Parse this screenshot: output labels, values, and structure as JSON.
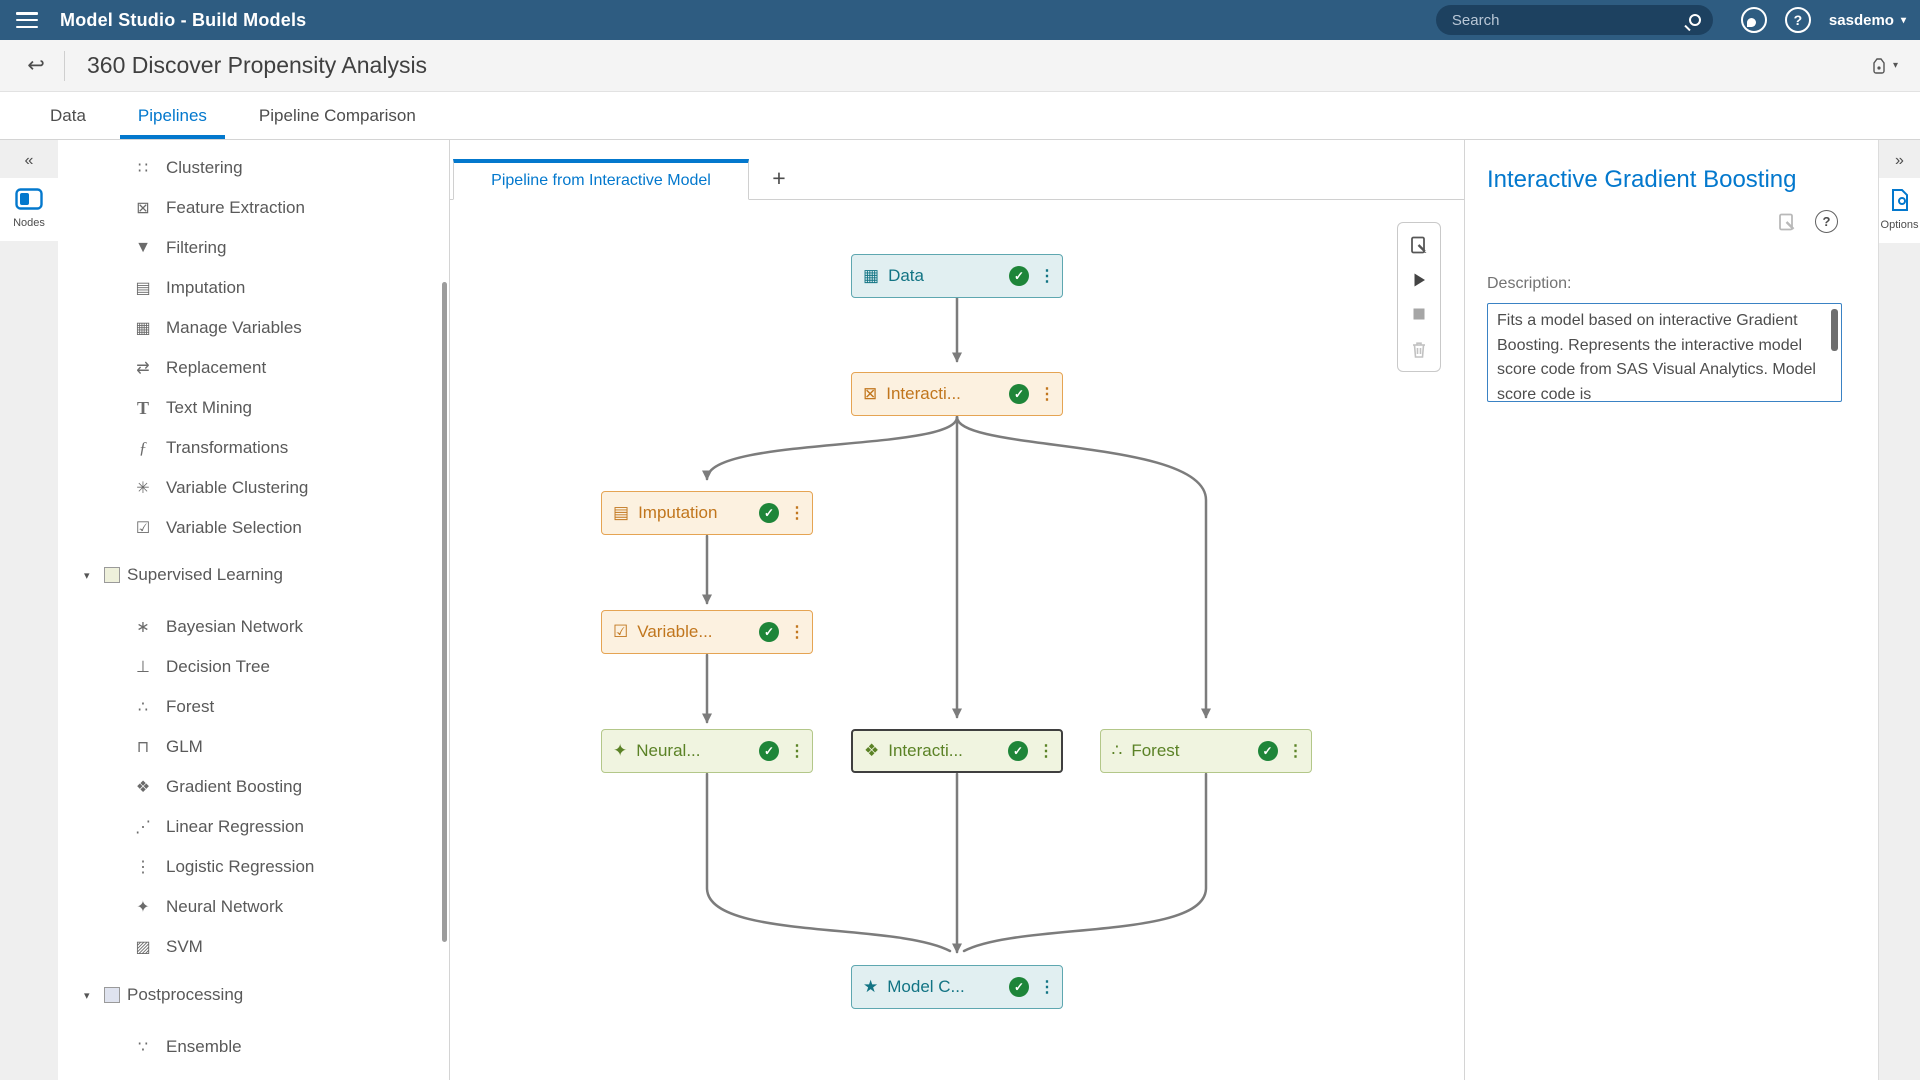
{
  "app_bar": {
    "title": "Model Studio - Build Models",
    "search_placeholder": "Search",
    "user": "sasdemo",
    "icons": [
      "menu-icon",
      "search-icon",
      "sas-home-icon",
      "help-icon",
      "user-caret-icon"
    ]
  },
  "project_bar": {
    "title": "360 Discover Propensity Analysis",
    "icons": [
      "back-icon",
      "project-actions-icon"
    ]
  },
  "main_tabs": [
    {
      "label": "Data",
      "active": false
    },
    {
      "label": "Pipelines",
      "active": true
    },
    {
      "label": "Pipeline Comparison",
      "active": false
    }
  ],
  "left_rail": {
    "collapse": "«",
    "nodes_label": "Nodes"
  },
  "node_list": {
    "groups": [
      {
        "type": "items",
        "items": [
          {
            "label": "Clustering",
            "icon": "clustering-icon"
          },
          {
            "label": "Feature Extraction",
            "icon": "feature-extraction-icon"
          },
          {
            "label": "Filtering",
            "icon": "filtering-icon"
          },
          {
            "label": "Imputation",
            "icon": "imputation-icon"
          },
          {
            "label": "Manage Variables",
            "icon": "manage-variables-icon"
          },
          {
            "label": "Replacement",
            "icon": "replacement-icon"
          },
          {
            "label": "Text Mining",
            "icon": "text-mining-icon"
          },
          {
            "label": "Transformations",
            "icon": "transformations-icon"
          },
          {
            "label": "Variable Clustering",
            "icon": "variable-clustering-icon"
          },
          {
            "label": "Variable Selection",
            "icon": "variable-selection-icon"
          }
        ]
      },
      {
        "type": "group",
        "label": "Supervised Learning",
        "checkbox_tint": "#eef0db",
        "children": [
          {
            "label": "Bayesian Network",
            "icon": "bayesian-network-icon"
          },
          {
            "label": "Decision Tree",
            "icon": "decision-tree-icon"
          },
          {
            "label": "Forest",
            "icon": "forest-icon"
          },
          {
            "label": "GLM",
            "icon": "glm-icon"
          },
          {
            "label": "Gradient Boosting",
            "icon": "gradient-boosting-icon"
          },
          {
            "label": "Linear Regression",
            "icon": "linear-regression-icon"
          },
          {
            "label": "Logistic Regression",
            "icon": "logistic-regression-icon"
          },
          {
            "label": "Neural Network",
            "icon": "neural-network-icon"
          },
          {
            "label": "SVM",
            "icon": "svm-icon"
          }
        ]
      },
      {
        "type": "group",
        "label": "Postprocessing",
        "checkbox_tint": "#dfe3ef",
        "children": [
          {
            "label": "Ensemble",
            "icon": "ensemble-icon"
          }
        ]
      }
    ]
  },
  "pipeline": {
    "tab": "Pipeline from Interactive Model",
    "add_tab": "+",
    "nodes": [
      {
        "id": "data",
        "label": "Data",
        "icon": "data-table-icon",
        "theme": "teal",
        "complete": true,
        "selected": false
      },
      {
        "id": "interactive-model",
        "label": "Interacti...",
        "icon": "interactive-model-icon",
        "theme": "orange",
        "complete": true,
        "selected": false
      },
      {
        "id": "imputation",
        "label": "Imputation",
        "icon": "imputation-icon",
        "theme": "orange",
        "complete": true,
        "selected": false
      },
      {
        "id": "variable-selection",
        "label": "Variable...",
        "icon": "variable-selection-icon",
        "theme": "orange",
        "complete": true,
        "selected": false
      },
      {
        "id": "neural-network",
        "label": "Neural...",
        "icon": "neural-network-icon",
        "theme": "green",
        "complete": true,
        "selected": false
      },
      {
        "id": "interactive-gb",
        "label": "Interacti...",
        "icon": "gradient-boosting-icon",
        "theme": "green",
        "complete": true,
        "selected": true
      },
      {
        "id": "forest",
        "label": "Forest",
        "icon": "forest-icon",
        "theme": "green",
        "complete": true,
        "selected": false
      },
      {
        "id": "model-comparison",
        "label": "Model C...",
        "icon": "model-comparison-icon",
        "theme": "teal",
        "complete": true,
        "selected": false
      }
    ]
  },
  "canvas_toolbar": {
    "icons": [
      "save-pipeline-icon",
      "run-pipeline-icon",
      "stop-pipeline-icon",
      "delete-icon"
    ]
  },
  "right_panel": {
    "title": "Interactive Gradient Boosting",
    "icons": [
      "save-disabled-icon",
      "help-icon"
    ],
    "description_label": "Description:",
    "description": "Fits a model based on interactive Gradient Boosting. Represents the interactive model score code from SAS Visual Analytics. Model score code is"
  },
  "right_rail": {
    "expand": "»",
    "options_label": "Options"
  },
  "colors": {
    "appbar": "#2e5c81",
    "accent_blue": "#0378cd",
    "node_teal": "#127484",
    "node_orange": "#c1761d",
    "node_green": "#5b8226",
    "status_green": "#1e8539"
  }
}
